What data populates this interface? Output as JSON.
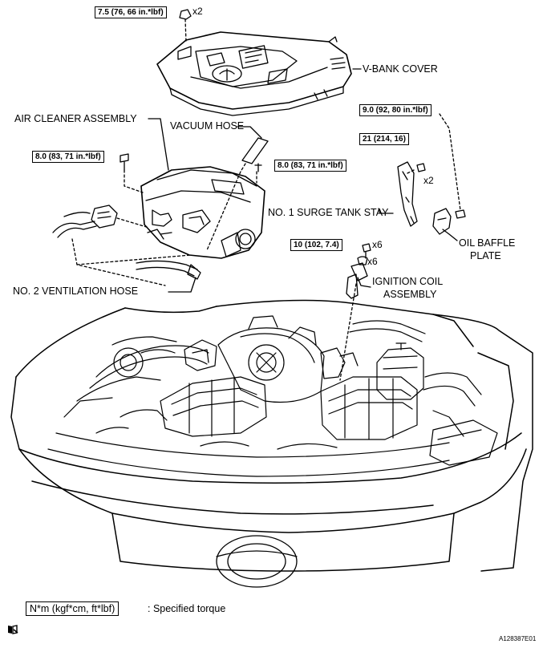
{
  "labels": {
    "v_bank_cover": "V-BANK COVER",
    "air_cleaner_assembly": "AIR CLEANER ASSEMBLY",
    "vacuum_hose": "VACUUM HOSE",
    "no1_surge_tank_stay": "NO. 1 SURGE TANK STAY",
    "oil_baffle_plate_line1": "OIL BAFFLE",
    "oil_baffle_plate_line2": "PLATE",
    "no2_ventilation_hose": "NO. 2 VENTILATION HOSE",
    "ignition_coil_line1": "IGNITION COIL",
    "ignition_coil_line2": "ASSEMBLY"
  },
  "torques": {
    "cover_nut": "7.5 (76, 66 in.*lbf)",
    "oil_baffle_bolt": "9.0 (92, 80 in.*lbf)",
    "surge_stay_bolt": "21 (214, 16)",
    "air_cleaner_left": "8.0 (83, 71 in.*lbf)",
    "air_cleaner_right": "8.0 (83, 71 in.*lbf)",
    "coil_bolt": "10 (102, 7.4)"
  },
  "quantities": {
    "cover_nut": "x2",
    "surge_stay_bolt": "x2",
    "coil_bolt": "x6",
    "coil": "x6"
  },
  "legend": {
    "unit_box": "N*m (kgf*cm, ft*lbf)",
    "description": ": Specified torque"
  },
  "figure_id": "A128387E01",
  "icon_names": [
    "info-book-icon"
  ]
}
